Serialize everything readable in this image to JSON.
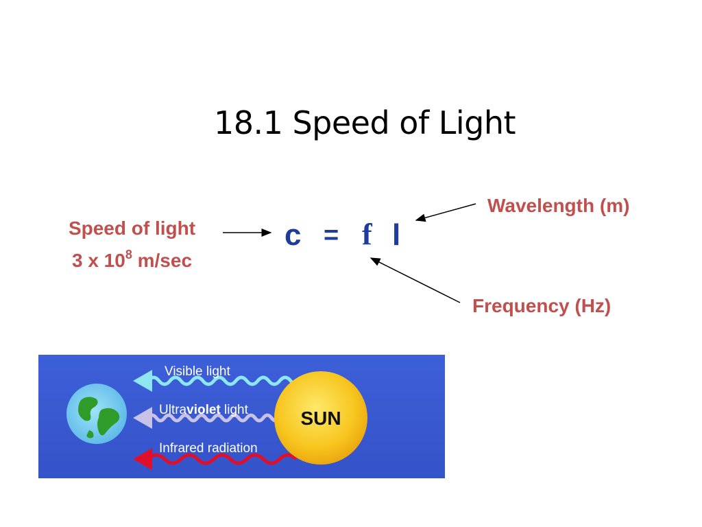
{
  "slide": {
    "title": "18.1 Speed of Light"
  },
  "speed": {
    "line1": "Speed of light",
    "line2_prefix": "3 x 10",
    "line2_exp": "8",
    "line2_suffix": " m/sec"
  },
  "wavelength": {
    "label": "Wavelength (m)"
  },
  "frequency": {
    "label": "Frequency (Hz)"
  },
  "equation": {
    "c": "c",
    "equals": "=",
    "f": "f",
    "l": "l"
  },
  "illustration": {
    "visible": "Visible light",
    "uv_prefix": "Ultra",
    "uv_bold": "violet",
    "uv_suffix": " light",
    "infrared": "Infrared radiation",
    "sun": "SUN"
  },
  "colors": {
    "label": "#c0504d",
    "equation": "#1f3b9c",
    "panel": "#3b5fd6",
    "sun": "#f7c51e",
    "visible_wave": "#7fe0f0",
    "uv_wave": "#c9c2e8",
    "ir_wave": "#e0102a"
  }
}
